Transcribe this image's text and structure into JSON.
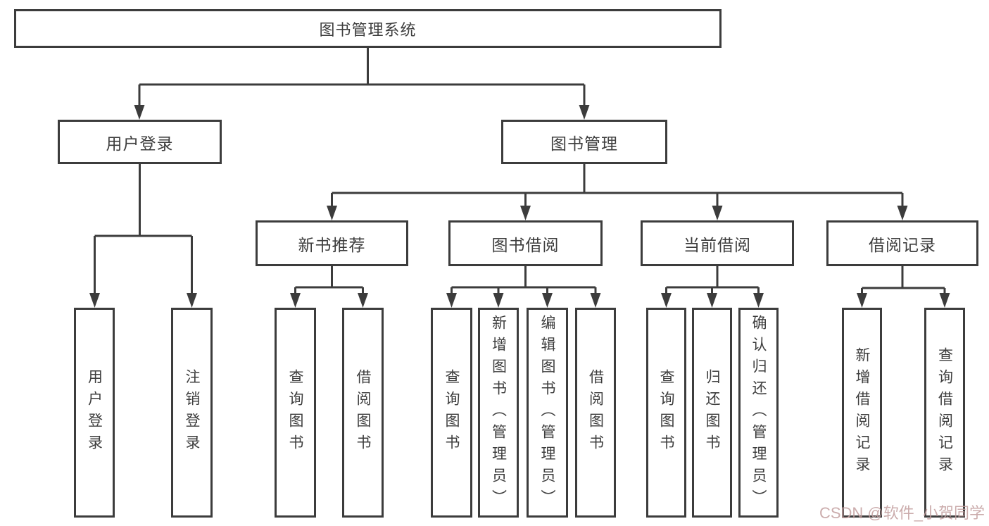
{
  "diagram_title": "图书管理系统",
  "watermark": "CSDN @软件_小贺同学",
  "colors": {
    "line": "#3c3c3c",
    "text": "#3d3d3d",
    "background": "#ffffff",
    "watermark": "#c29e9e"
  },
  "nodes": [
    {
      "id": "root",
      "label": "图书管理系统",
      "parent": null
    },
    {
      "id": "user-login",
      "label": "用户登录",
      "parent": "root"
    },
    {
      "id": "book-management",
      "label": "图书管理",
      "parent": "root"
    },
    {
      "id": "user-login-action",
      "label": "用户登录",
      "parent": "user-login"
    },
    {
      "id": "logout-action",
      "label": "注销登录",
      "parent": "user-login"
    },
    {
      "id": "new-book-recommend",
      "label": "新书推荐",
      "parent": "book-management"
    },
    {
      "id": "book-borrowing",
      "label": "图书借阅",
      "parent": "book-management"
    },
    {
      "id": "current-borrowing",
      "label": "当前借阅",
      "parent": "book-management"
    },
    {
      "id": "borrowing-records",
      "label": "借阅记录",
      "parent": "book-management"
    },
    {
      "id": "query-books-recommend",
      "label": "查询图书",
      "parent": "new-book-recommend"
    },
    {
      "id": "borrow-books-recommend",
      "label": "借阅图书",
      "parent": "new-book-recommend"
    },
    {
      "id": "query-books-borrowing",
      "label": "查询图书",
      "parent": "book-borrowing"
    },
    {
      "id": "add-books-admin",
      "label": "新增图书（管理员）",
      "parent": "book-borrowing"
    },
    {
      "id": "edit-books-admin",
      "label": "编辑图书（管理员）",
      "parent": "book-borrowing"
    },
    {
      "id": "borrow-books-borrowing",
      "label": "借阅图书",
      "parent": "book-borrowing"
    },
    {
      "id": "query-books-current",
      "label": "查询图书",
      "parent": "current-borrowing"
    },
    {
      "id": "return-books",
      "label": "归还图书",
      "parent": "current-borrowing"
    },
    {
      "id": "confirm-return-admin",
      "label": "确认归还（管理员）",
      "parent": "current-borrowing"
    },
    {
      "id": "add-borrow-record",
      "label": "新增借阅记录",
      "parent": "borrowing-records"
    },
    {
      "id": "query-borrow-record",
      "label": "查询借阅记录",
      "parent": "borrowing-records"
    }
  ]
}
